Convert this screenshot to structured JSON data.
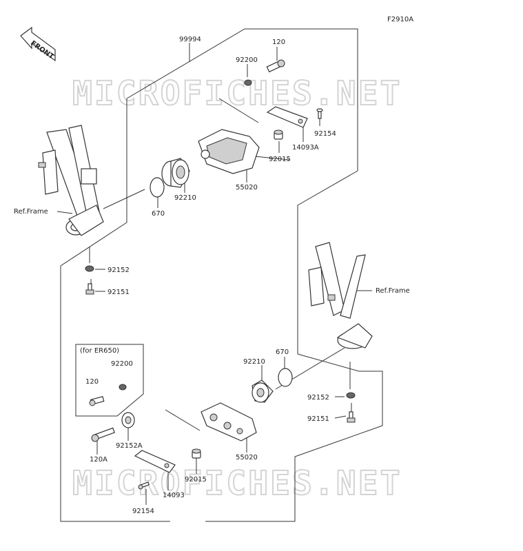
{
  "diagram_code": "F2910A",
  "front_label": "FRONT",
  "watermark": "MICROFICHES.NET",
  "ref_frame": "Ref.Frame",
  "note": "(for ER650)",
  "labels": {
    "p99994": "99994",
    "p120_top": "120",
    "p92200_top": "92200",
    "p92154_top": "92154",
    "p14093A": "14093A",
    "p92015_top": "92015",
    "p55020_top": "55020",
    "p92210_top": "92210",
    "p670_top": "670",
    "p92152_left": "92152",
    "p92151_left": "92151",
    "p670_right": "670",
    "p92210_bot": "92210",
    "p92152_right": "92152",
    "p92151_right": "92151",
    "p92200_bot": "92200",
    "p120_bot": "120",
    "p120A": "120A",
    "p92152A": "92152A",
    "p55020_bot": "55020",
    "p92015_bot": "92015",
    "p14093": "14093",
    "p92154_bot": "92154"
  }
}
